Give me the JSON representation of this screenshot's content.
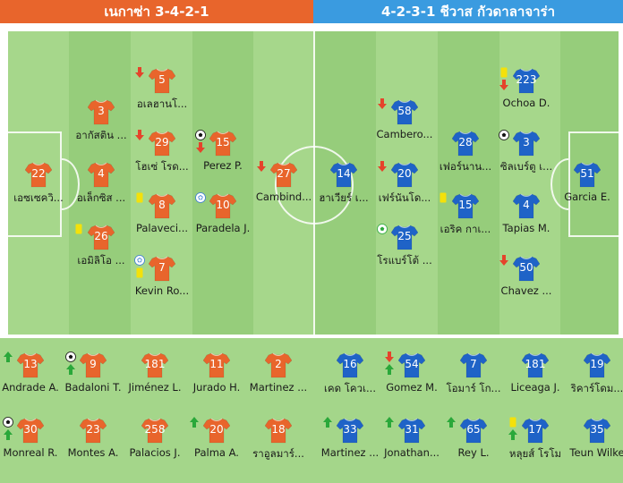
{
  "header": {
    "home_label": "เนกาซ่า 3-4-2-1",
    "away_label": "4-2-3-1 ชีวาส กัวดาลาจาร่า"
  },
  "colors": {
    "home_header": "#e8652c",
    "away_header": "#3a9be0",
    "home_shirt": "#e8652c",
    "away_shirt": "#1f63c7",
    "pitch_light": "#a6d78b",
    "pitch_dark": "#96cd7b",
    "sub_off_arrow": "#e5432b",
    "sub_on_arrow": "#2aa83a",
    "yellow_card": "#f4e10a"
  },
  "home_lineup": [
    {
      "number": "22",
      "name": "เอซเซควิ...",
      "events": []
    },
    {
      "number": "3",
      "name": "อากัสติน ...",
      "events": []
    },
    {
      "number": "4",
      "name": "อเล็กซิส ...",
      "events": []
    },
    {
      "number": "26",
      "name": "เอมิลิโอ ...",
      "events": [
        "yellow-card"
      ]
    },
    {
      "number": "5",
      "name": "อเลฮานโ...",
      "events": [
        "sub-off"
      ]
    },
    {
      "number": "29",
      "name": "โฮเซ่ โรด...",
      "events": [
        "sub-off"
      ]
    },
    {
      "number": "8",
      "name": "Palaveci...",
      "events": [
        "yellow-card"
      ]
    },
    {
      "number": "7",
      "name": "Kevin Ro...",
      "events": [
        "own-goal",
        "yellow-card"
      ]
    },
    {
      "number": "15",
      "name": "Perez P.",
      "events": [
        "goal",
        "sub-off"
      ]
    },
    {
      "number": "10",
      "name": "Paradela J.",
      "events": [
        "own-goal"
      ]
    },
    {
      "number": "27",
      "name": "Cambind...",
      "events": [
        "sub-off"
      ]
    }
  ],
  "away_lineup": [
    {
      "number": "14",
      "name": "ฮาเวียร์ เ...",
      "events": []
    },
    {
      "number": "58",
      "name": "Cambero...",
      "events": [
        "sub-off"
      ]
    },
    {
      "number": "20",
      "name": "เฟร์นันโด...",
      "events": [
        "sub-off"
      ]
    },
    {
      "number": "25",
      "name": "โรแบร์โต้ ...",
      "events": [
        "goal-green"
      ]
    },
    {
      "number": "28",
      "name": "เฟอร์นาน...",
      "events": []
    },
    {
      "number": "15",
      "name": "เอริค กาเ...",
      "events": [
        "yellow-card"
      ]
    },
    {
      "number": "223",
      "name": "Ochoa D.",
      "events": [
        "yellow-card",
        "sub-off"
      ]
    },
    {
      "number": "3",
      "name": "ซิลเบร์ตู เ...",
      "events": [
        "goal"
      ]
    },
    {
      "number": "4",
      "name": "Tapias M.",
      "events": []
    },
    {
      "number": "50",
      "name": "Chavez ...",
      "events": [
        "sub-off"
      ]
    },
    {
      "number": "51",
      "name": "Garcia E.",
      "events": []
    }
  ],
  "home_bench": [
    {
      "number": "13",
      "name": "Andrade A.",
      "events": [
        "sub-on"
      ]
    },
    {
      "number": "9",
      "name": "Badaloni T.",
      "events": [
        "goal",
        "sub-on"
      ]
    },
    {
      "number": "181",
      "name": "Jiménez L.",
      "events": []
    },
    {
      "number": "11",
      "name": "Jurado H.",
      "events": []
    },
    {
      "number": "2",
      "name": "Martinez ...",
      "events": []
    },
    {
      "number": "30",
      "name": "Monreal R.",
      "events": [
        "goal",
        "sub-on"
      ]
    },
    {
      "number": "23",
      "name": "Montes A.",
      "events": []
    },
    {
      "number": "258",
      "name": "Palacios J.",
      "events": []
    },
    {
      "number": "20",
      "name": "Palma A.",
      "events": [
        "sub-on"
      ]
    },
    {
      "number": "18",
      "name": "ราอูลมาร์...",
      "events": []
    }
  ],
  "away_bench": [
    {
      "number": "16",
      "name": "เคด โควเ...",
      "events": []
    },
    {
      "number": "54",
      "name": "Gomez M.",
      "events": [
        "sub-off",
        "sub-on"
      ]
    },
    {
      "number": "7",
      "name": "โอมาร์ โก...",
      "events": []
    },
    {
      "number": "181",
      "name": "Liceaga J.",
      "events": []
    },
    {
      "number": "19",
      "name": "ริคาร์โดม...",
      "events": []
    },
    {
      "number": "33",
      "name": "Martinez ...",
      "events": [
        "sub-on"
      ]
    },
    {
      "number": "31",
      "name": "Jonathan...",
      "events": [
        "sub-on"
      ]
    },
    {
      "number": "65",
      "name": "Rey L.",
      "events": [
        "sub-on"
      ]
    },
    {
      "number": "17",
      "name": "หลุยส์ โรโม",
      "events": [
        "yellow-card",
        "sub-on"
      ]
    },
    {
      "number": "35",
      "name": "Teun Wilke",
      "events": []
    }
  ]
}
